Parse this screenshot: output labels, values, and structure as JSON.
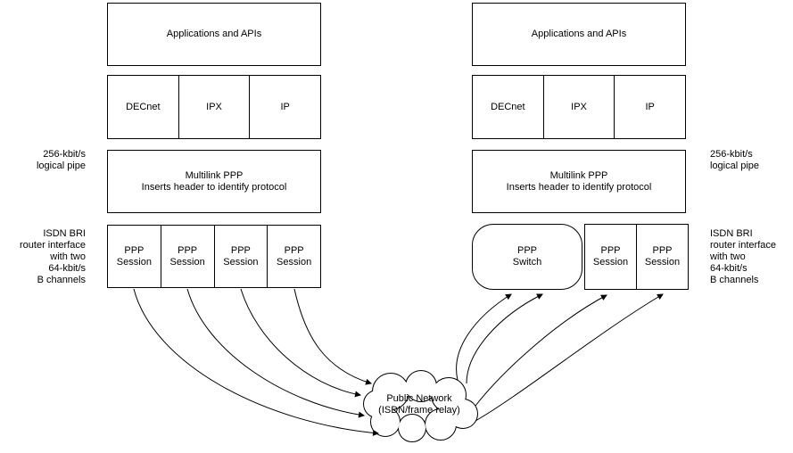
{
  "stacks": {
    "left": {
      "apps": "Applications and APIs",
      "protocols": [
        "DECnet",
        "IPX",
        "IP"
      ],
      "multilink_title": "Multilink PPP",
      "multilink_subtitle": "Inserts header to identify protocol",
      "sessions": [
        "PPP\nSession",
        "PPP\nSession",
        "PPP\nSession",
        "PPP\nSession"
      ],
      "pipe_label": "256-kbit/s\nlogical pipe",
      "isdn_label": "ISDN BRI\nrouter interface\nwith two\n64-kbit/s\nB channels"
    },
    "right": {
      "apps": "Applications and APIs",
      "protocols": [
        "DECnet",
        "IPX",
        "IP"
      ],
      "multilink_title": "Multilink PPP",
      "multilink_subtitle": "Inserts header to identify protocol",
      "switch_label": "PPP\nSwitch",
      "sessions": [
        "PPP\nSession",
        "PPP\nSession"
      ],
      "pipe_label": "256-kbit/s\nlogical pipe",
      "isdn_label": "ISDN BRI\nrouter interface\nwith two\n64-kbit/s\nB channels"
    }
  },
  "cloud": {
    "label": "Public Network\n(ISDN/frame relay)"
  },
  "colors": {
    "line": "#000000",
    "background": "#ffffff",
    "text": "#000000"
  }
}
